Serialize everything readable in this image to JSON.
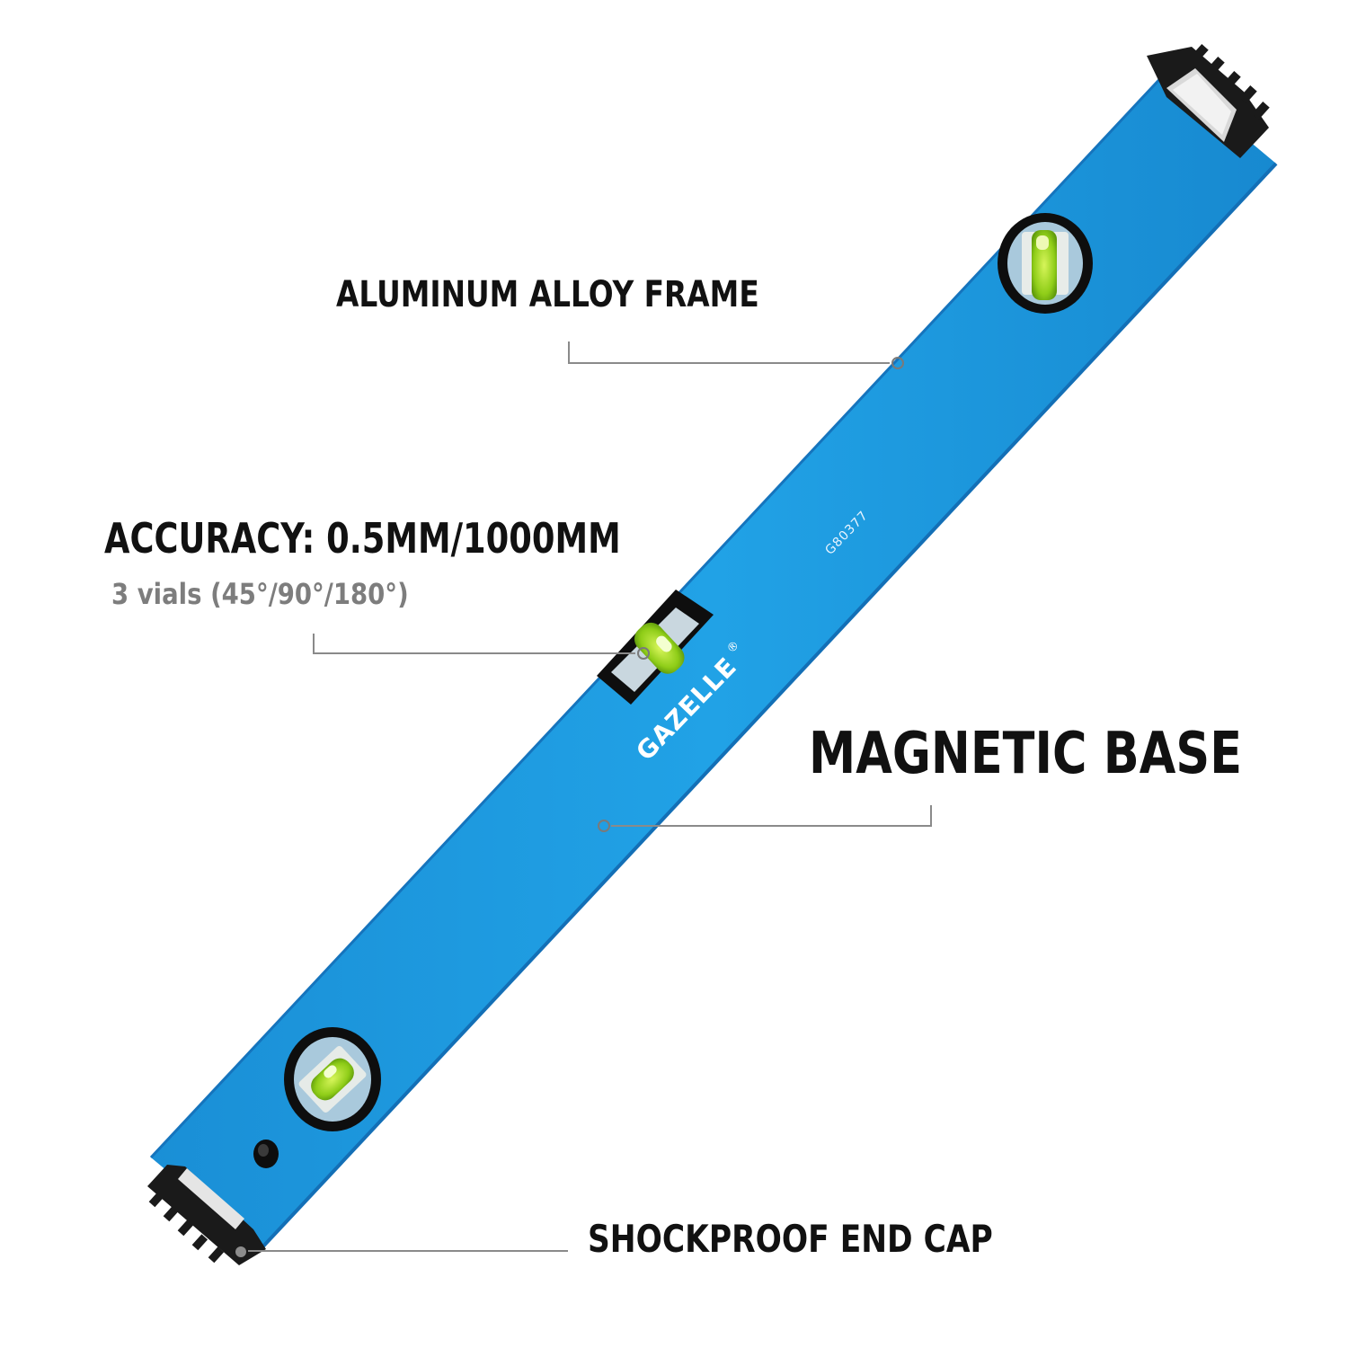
{
  "callouts": {
    "frame": "ALUMINUM ALLOY FRAME",
    "accuracy": "ACCURACY: 0.5MM/1000MM",
    "vials": "3 vials (45°/90°/180°)",
    "magnetic_base": "MAGNETIC BASE",
    "end_cap": "SHOCKPROOF END CAP"
  },
  "product": {
    "brand": "GAZELLE",
    "registered_mark": "®",
    "model": "G80377"
  },
  "colors": {
    "body_blue": "#1e9be2",
    "body_edge": "#1478bf",
    "rubber_black": "#1a1a1a",
    "vial_green": "#9fd81f",
    "leader_line": "#8a8a8a"
  }
}
